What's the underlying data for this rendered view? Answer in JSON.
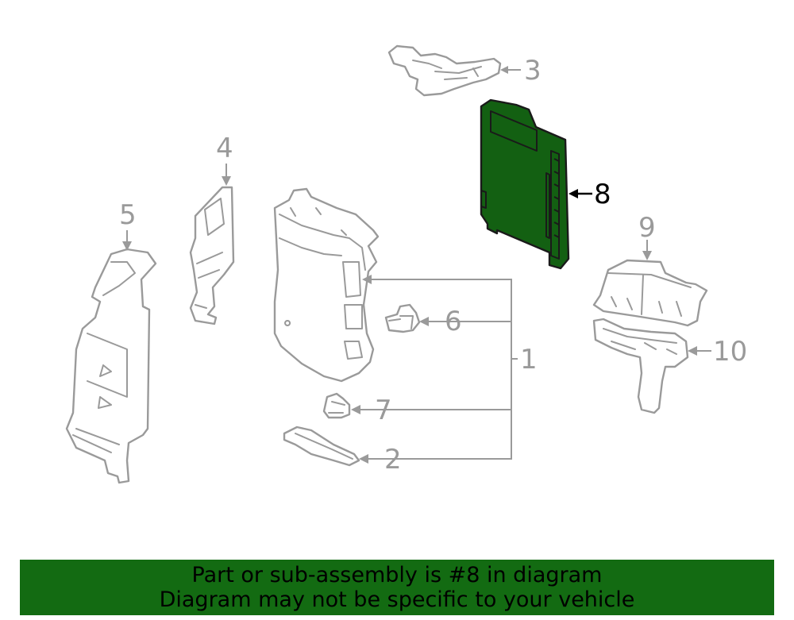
{
  "diagram": {
    "callouts": {
      "c1": "1",
      "c2": "2",
      "c3": "3",
      "c4": "4",
      "c5": "5",
      "c6": "6",
      "c7": "7",
      "c8": "8",
      "c9": "9",
      "c10": "10"
    },
    "highlighted_part": "8",
    "highlight_color": "#136b12"
  },
  "footer": {
    "line1": "Part or sub-assembly is #8 in diagram",
    "line2": "Diagram may not be specific to your vehicle"
  }
}
